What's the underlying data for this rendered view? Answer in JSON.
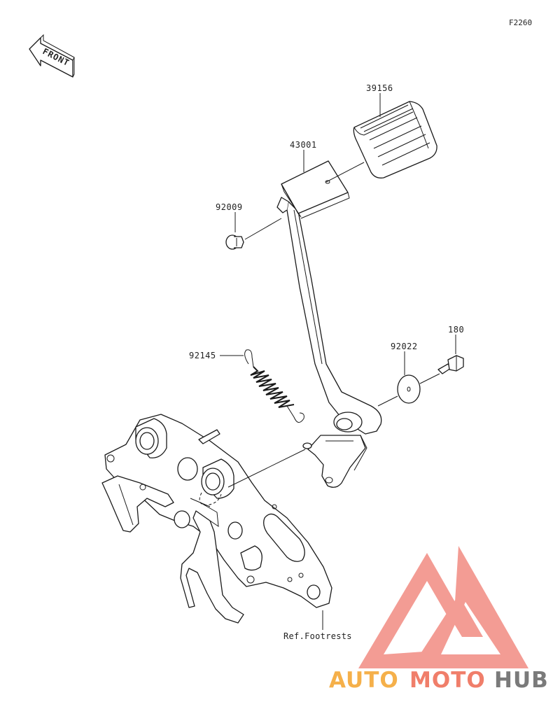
{
  "diagram_code": "F2260",
  "front_marker": "FRONT",
  "parts": [
    {
      "number": "39156"
    },
    {
      "number": "43001"
    },
    {
      "number": "92009"
    },
    {
      "number": "92145"
    },
    {
      "number": "92022"
    },
    {
      "number": "180"
    }
  ],
  "reference_note": "Ref.Footrests",
  "watermark": {
    "word_auto": "AUTO",
    "word_moto": "MOTO",
    "word_hub": "HUB",
    "colors": {
      "auto": "#f5b04a",
      "moto": "#f07e6a",
      "hub": "#7a7a7a",
      "logo": "#f28b82"
    }
  }
}
